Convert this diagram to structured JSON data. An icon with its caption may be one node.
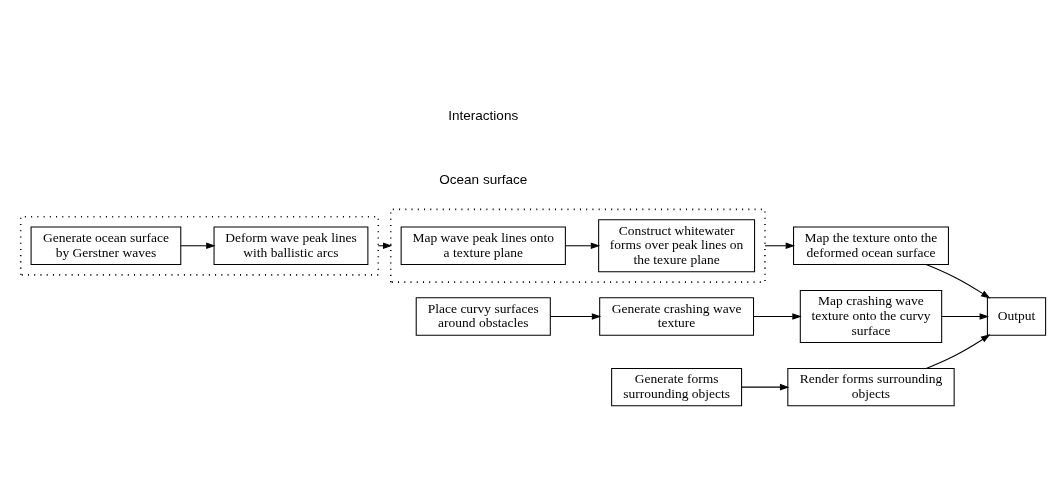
{
  "diagram": {
    "nodes": [
      {
        "text": [],
        "shape": "box"
      },
      {
        "text": [
          "Generate ocean surface by Gerstner waves"
        ],
        "in": 0
      },
      {
        "text": [
          "Deform wave peak lines with ballistic arcs"
        ],
        "in": 0
      },
      {
        "text": [],
        "shape": "box"
      },
      {
        "text": [
          "Map wave peak lines onto a texture plane"
        ],
        "in": 3
      },
      {
        "text": [
          "Construct whitewater forms over peak lines on the texure plane"
        ],
        "in": 3
      },
      {
        "text": [
          "Map the texture onto the deformed ocean surface"
        ]
      },
      {
        "text": [
          "Place curvy surfaces around obstacles"
        ]
      },
      {
        "text": [
          "Generate crashing wave texture"
        ]
      },
      {
        "text": [
          "Map crashing wave texture onto the curvy surface"
        ]
      },
      {
        "text": [
          "Generate forms surrounding objects"
        ]
      },
      {
        "text": [
          "Render forms surrounding objects"
        ]
      },
      {
        "text": [
          "Output"
        ]
      }
    ],
    "edges": [
      {
        "from": 1,
        "to": 2,
        "arrow": "to"
      },
      {
        "from": 0,
        "to": 3,
        "arrow": "to",
        "style": "dashed"
      },
      {
        "from": 4,
        "to": 5,
        "arrow": "to"
      },
      {
        "from": 3,
        "to": 6,
        "arrow": "to"
      },
      {
        "from": 7,
        "to": 8,
        "arrow": "to"
      },
      {
        "from": 8,
        "to": 9,
        "arrow": "to"
      },
      {
        "from": 10,
        "to": 11,
        "arrow": "to"
      },
      {
        "from": 6,
        "to": 12,
        "arrow": "to"
      },
      {
        "from": 9,
        "to": 12,
        "arrow": "to"
      },
      {
        "from": 11,
        "to": 12,
        "arrow": "to"
      }
    ],
    "labels": [
      "Ocean surface",
      "Interactions"
    ]
  }
}
